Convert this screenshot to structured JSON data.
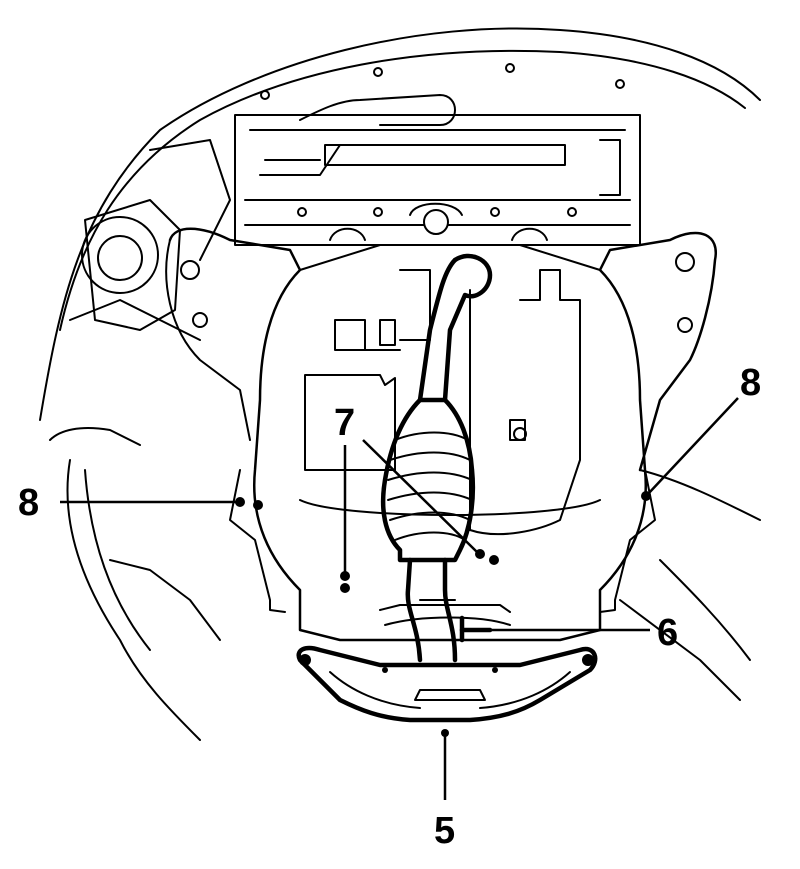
{
  "callouts": {
    "label_5": "5",
    "label_6": "6",
    "label_7": "7",
    "label_8_left": "8",
    "label_8_right": "8"
  },
  "colors": {
    "ink": "#000000",
    "paper": "#ffffff"
  }
}
